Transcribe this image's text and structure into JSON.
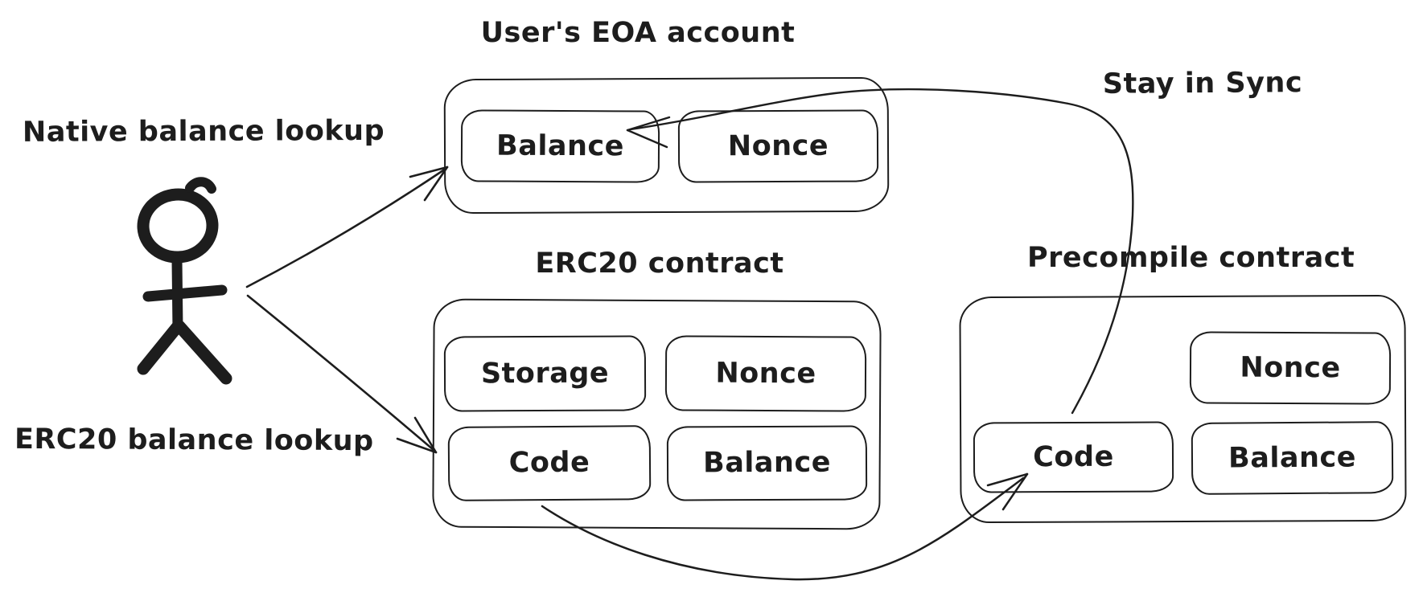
{
  "colors": {
    "background": "#ffffff",
    "ink": "#1d1d1d"
  },
  "annotations": {
    "native_lookup": "Native balance lookup",
    "erc20_lookup": "ERC20 balance lookup",
    "stay_in_sync": "Stay in Sync"
  },
  "actor": {
    "icon": "stick-figure-user"
  },
  "nodes": {
    "eoa": {
      "title": "User's EOA account",
      "fields": [
        "Balance",
        "Nonce"
      ]
    },
    "erc20": {
      "title": "ERC20 contract",
      "fields": [
        "Storage",
        "Nonce",
        "Code",
        "Balance"
      ]
    },
    "precompile": {
      "title": "Precompile contract",
      "fields": [
        "Nonce",
        "Code",
        "Balance"
      ]
    }
  },
  "connections": [
    {
      "from": "user",
      "to": "eoa:Balance",
      "annotation": "Native balance lookup",
      "style": "straight-arrow"
    },
    {
      "from": "user",
      "to": "erc20",
      "annotation": "ERC20 balance lookup",
      "style": "straight-arrow"
    },
    {
      "from": "erc20:Code",
      "to": "precompile:Code",
      "style": "curved-arrow"
    },
    {
      "from": "precompile:Code",
      "to": "eoa:Balance",
      "annotation": "Stay in Sync",
      "style": "curved-arrow"
    }
  ]
}
